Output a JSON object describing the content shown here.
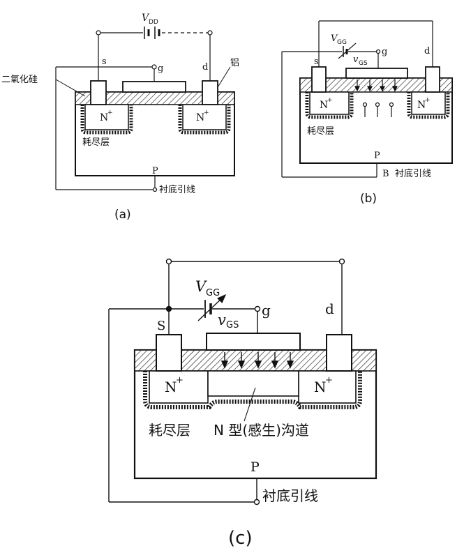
{
  "a": {
    "caption": "(a)",
    "vdd_main": "V",
    "vdd_sub": "DD",
    "s": "s",
    "g": "g",
    "d": "d",
    "oxide_label": "二氧化硅",
    "metal_label": "铝",
    "n_plus": "N",
    "plus": "+",
    "depletion": "耗尽层",
    "p": "P",
    "substrate": "衬底引线"
  },
  "b": {
    "caption": "(b)",
    "vgg_main": "V",
    "vgg_sub": "GG",
    "vgs_main": "v",
    "vgs_sub": "GS",
    "s": "s",
    "g": "g",
    "d": "d",
    "n_plus": "N",
    "plus": "+",
    "depletion": "耗尽层",
    "p": "P",
    "b_label": "B",
    "substrate": "衬底引线"
  },
  "c": {
    "caption": "(c)",
    "vgg_main": "V",
    "vgg_sub": "GG",
    "vgs_main": "v",
    "vgs_sub": "GS",
    "s": "S",
    "g": "g",
    "d": "d",
    "n_plus": "N",
    "plus": "+",
    "depletion": "耗尽层",
    "channel": "N 型(感生)沟道",
    "p": "P",
    "substrate": "衬底引线"
  }
}
